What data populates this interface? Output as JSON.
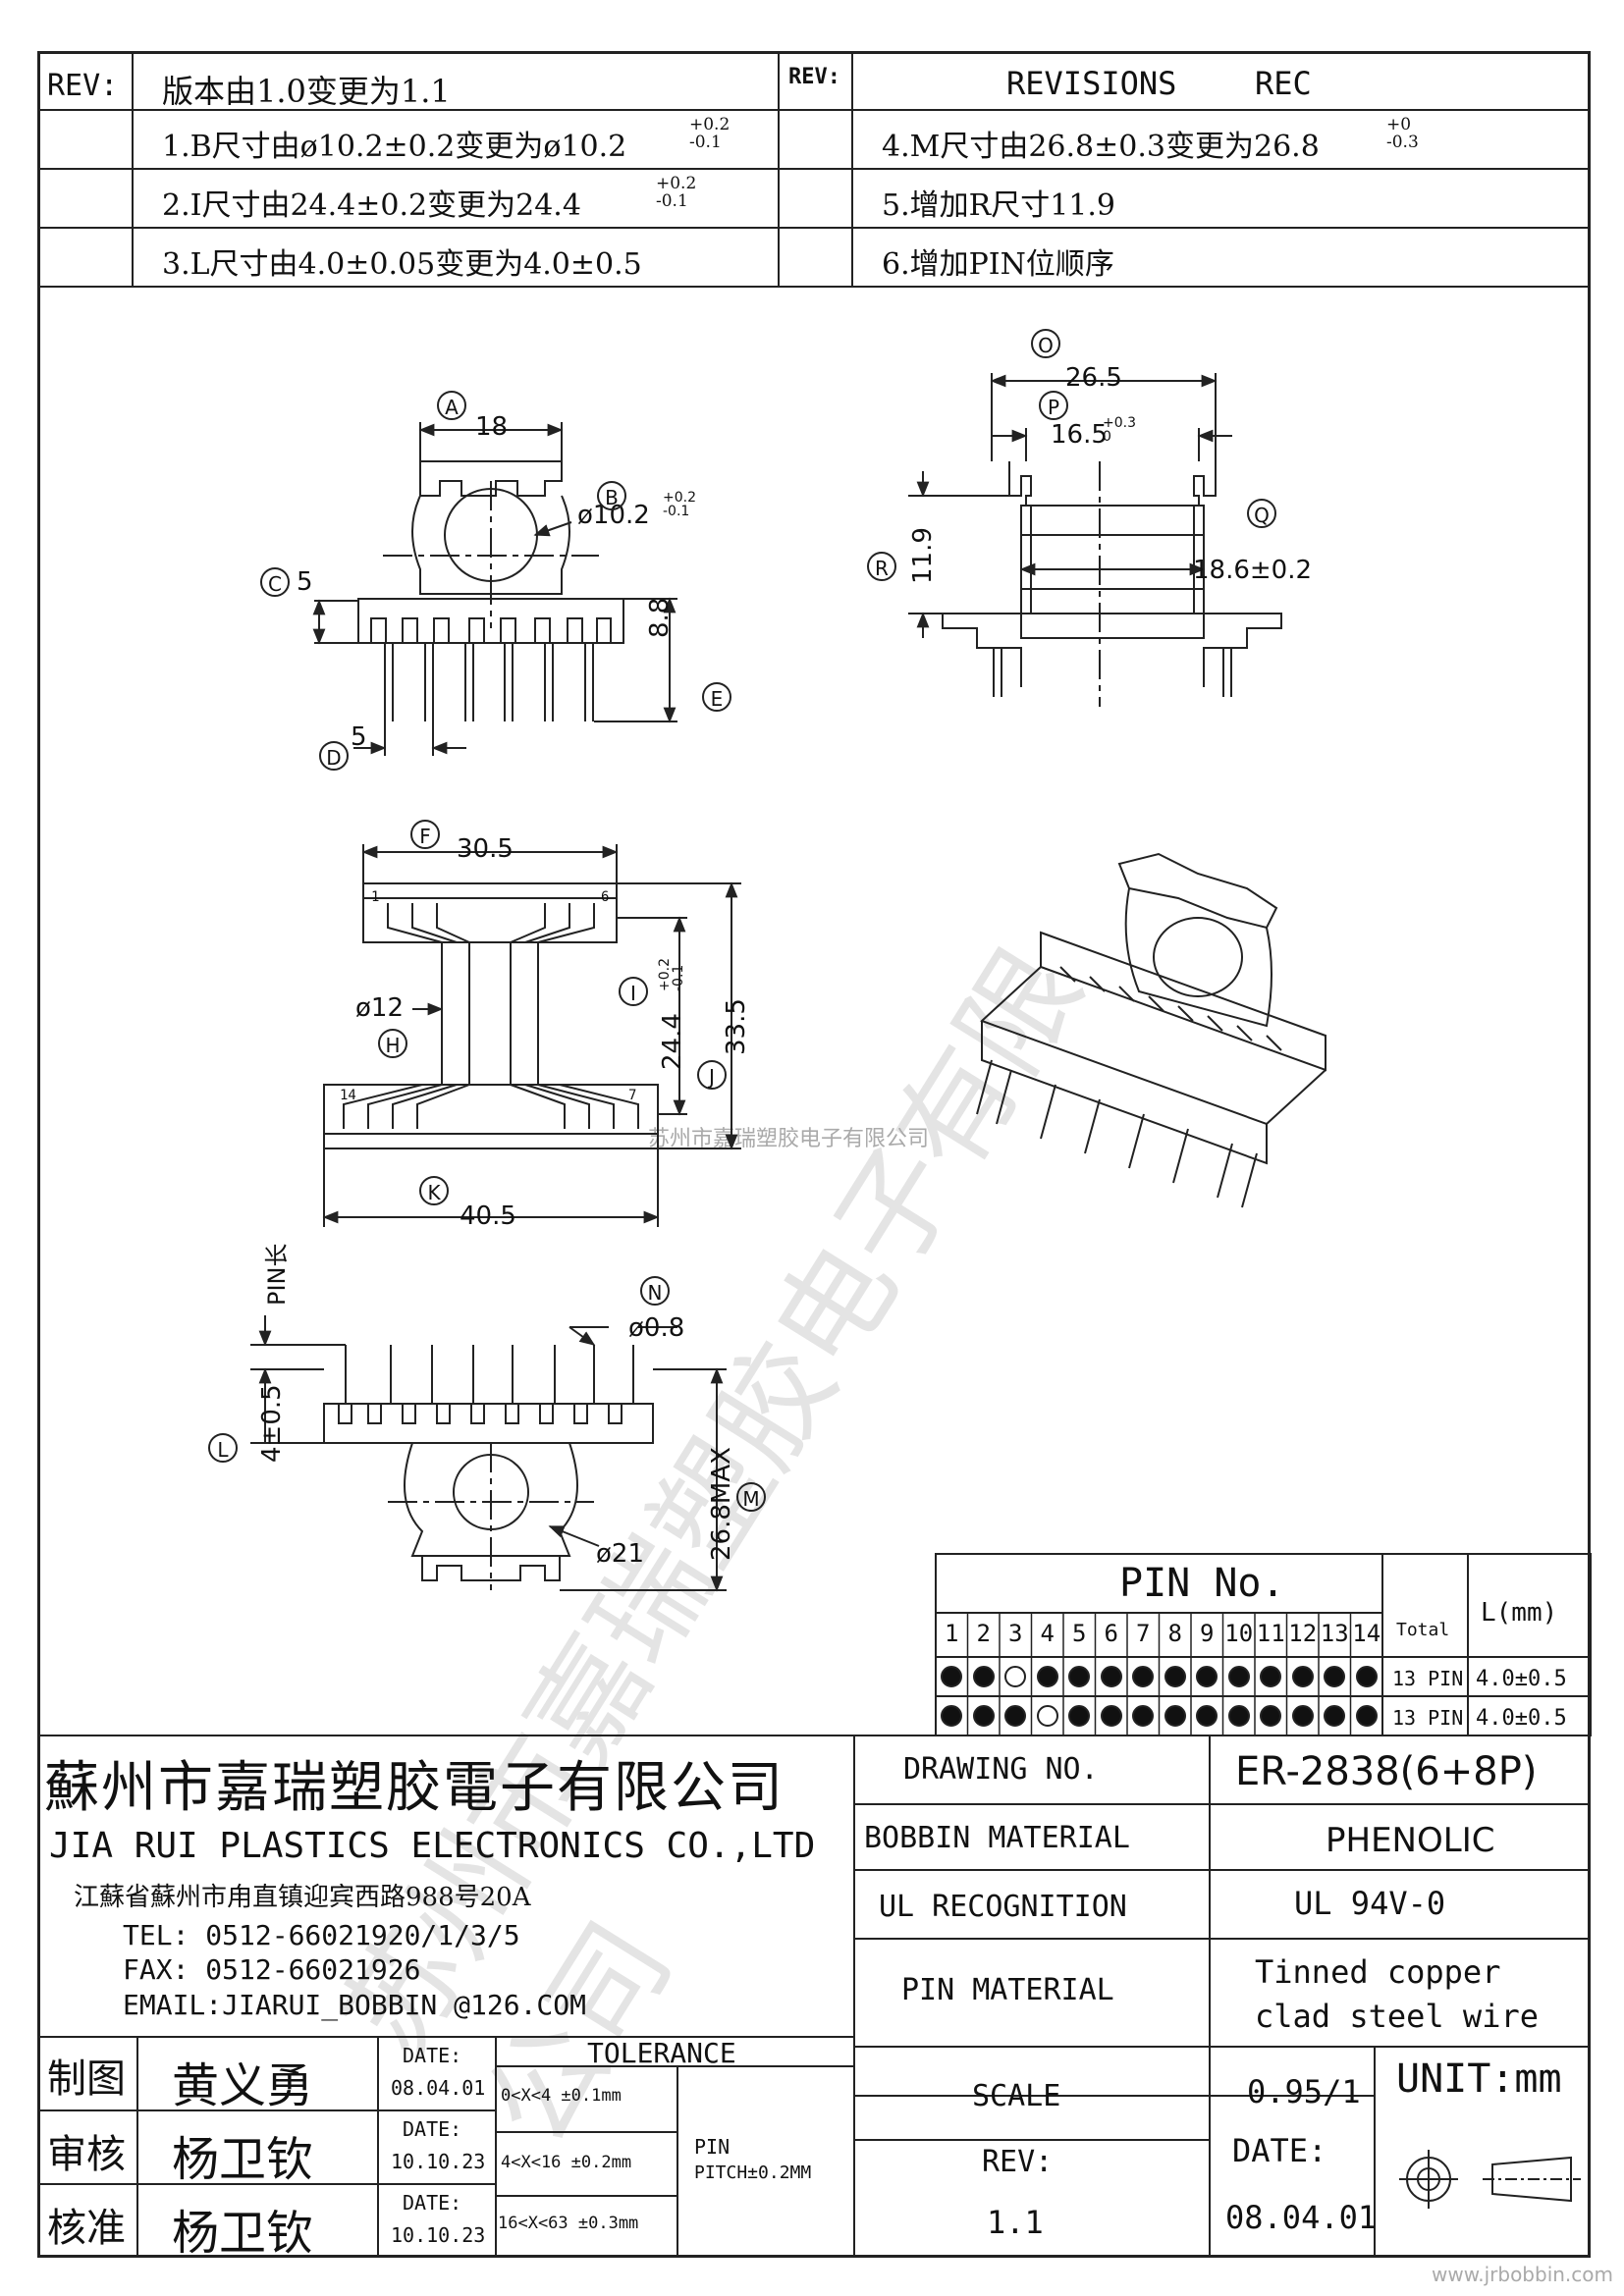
{
  "revisions": {
    "rev_label_left": "REV:",
    "rev_label_right": "REV:",
    "header_left": "版本由1.0变更为1.1",
    "header_right_a": "REVISIONS",
    "header_right_b": "REC",
    "items": [
      {
        "main": "1.B尺寸由ø10.2±0.2变更为ø10.2",
        "tol_up": "+0.2",
        "tol_down": "-0.1"
      },
      {
        "main": "2.I尺寸由24.4±0.2变更为24.4",
        "tol_up": "+0.2",
        "tol_down": "-0.1"
      },
      {
        "main": "3.L尺寸由4.0±0.05变更为4.0±0.5",
        "tol_up": "",
        "tol_down": ""
      },
      {
        "main": "4.M尺寸由26.8±0.3变更为26.8",
        "tol_up": "+0",
        "tol_down": "-0.3"
      },
      {
        "main": "5.增加R尺寸11.9",
        "tol_up": "",
        "tol_down": ""
      },
      {
        "main": "6.增加PIN位顺序",
        "tol_up": "",
        "tol_down": ""
      }
    ]
  },
  "drawing": {
    "markers": {
      "A": "A",
      "B": "B",
      "C": "C",
      "D": "D",
      "E": "E",
      "F": "F",
      "H": "H",
      "I": "I",
      "J": "J",
      "K": "K",
      "L": "L",
      "M": "M",
      "N": "N",
      "O": "O",
      "P": "P",
      "Q": "Q",
      "R": "R"
    },
    "dims": {
      "A": "18",
      "B": "ø10.2",
      "B_up": "+0.2",
      "B_down": "-0.1",
      "C": "5",
      "D": "5",
      "E": "8.8",
      "F": "30.5",
      "H": "ø12",
      "I": "24.4",
      "I_up": "+0.2",
      "I_down": "-0.1",
      "J": "33.5",
      "K": "40.5",
      "L": "4±0.5",
      "M": "26.8MAX",
      "N": "ø0.8",
      "pin_len": "PIN长",
      "d21": "ø21",
      "O": "26.5",
      "P": "16.5",
      "P_up": "+0.3",
      "P_down": "0",
      "Q": "18.6±0.2",
      "R": "11.9"
    },
    "pin_numbers": {
      "p1": "1",
      "p6": "6",
      "p7": "7",
      "p14": "14"
    },
    "watermark_small": "苏州市嘉瑞塑胶电子有限公司",
    "watermark_big": "苏州市嘉瑞塑胶电子有限公司"
  },
  "pin_table": {
    "title": "PIN No.",
    "numbers": [
      "1",
      "2",
      "3",
      "4",
      "5",
      "6",
      "7",
      "8",
      "9",
      "10",
      "11",
      "12",
      "13",
      "14"
    ],
    "total_label": "Total",
    "l_label": "L(mm)",
    "rows": [
      {
        "pins": [
          1,
          1,
          0,
          1,
          1,
          1,
          1,
          1,
          1,
          1,
          1,
          1,
          1,
          1
        ],
        "total": "13 PIN",
        "l": "4.0±0.5"
      },
      {
        "pins": [
          1,
          1,
          1,
          0,
          1,
          1,
          1,
          1,
          1,
          1,
          1,
          1,
          1,
          1
        ],
        "total": "13 PIN",
        "l": "4.0±0.5"
      }
    ]
  },
  "company": {
    "name_cn": "蘇州市嘉瑞塑胶電子有限公司",
    "name_en": "JIA RUI PLASTICS ELECTRONICS CO.,LTD",
    "address": "江蘇省蘇州市甪直镇迎宾西路988号20A",
    "tel": "TEL: 0512-66021920/1/3/5",
    "fax": "FAX: 0512-66021926",
    "email": "EMAIL:JIARUI_BOBBIN @126.COM"
  },
  "approvals": [
    {
      "role": "制图",
      "name": "黄义勇",
      "date_label": "DATE:",
      "date": "08.04.01"
    },
    {
      "role": "审核",
      "name": "杨卫钦",
      "date_label": "DATE:",
      "date": "10.10.23"
    },
    {
      "role": "核准",
      "name": "杨卫钦",
      "date_label": "DATE:",
      "date": "10.10.23"
    }
  ],
  "tolerance": {
    "title": "TOLERANCE",
    "rows": [
      "0<X<4  ±0.1mm",
      "4<X<16 ±0.2mm",
      "16<X<63 ±0.3mm"
    ],
    "pin_label": "PIN",
    "pitch": "PITCH±0.2MM"
  },
  "specs": {
    "drawing_no_label": "DRAWING  NO.",
    "drawing_no": "ER-2838(6+8P)",
    "bobbin_material_label": "BOBBIN  MATERIAL",
    "bobbin_material": "PHENOLIC",
    "ul_label": "UL RECOGNITION",
    "ul": "UL 94V-0",
    "pin_material_label": "PIN MATERIAL",
    "pin_material_1": "Tinned copper",
    "pin_material_2": "clad steel wire",
    "scale_label": "SCALE",
    "scale": "0.95/1",
    "unit": "UNIT:mm",
    "rev_label": "REV:",
    "rev": "1.1",
    "date_label": "DATE:",
    "date": "08.04.01"
  },
  "footer_url": "www.jrbobbin.com"
}
